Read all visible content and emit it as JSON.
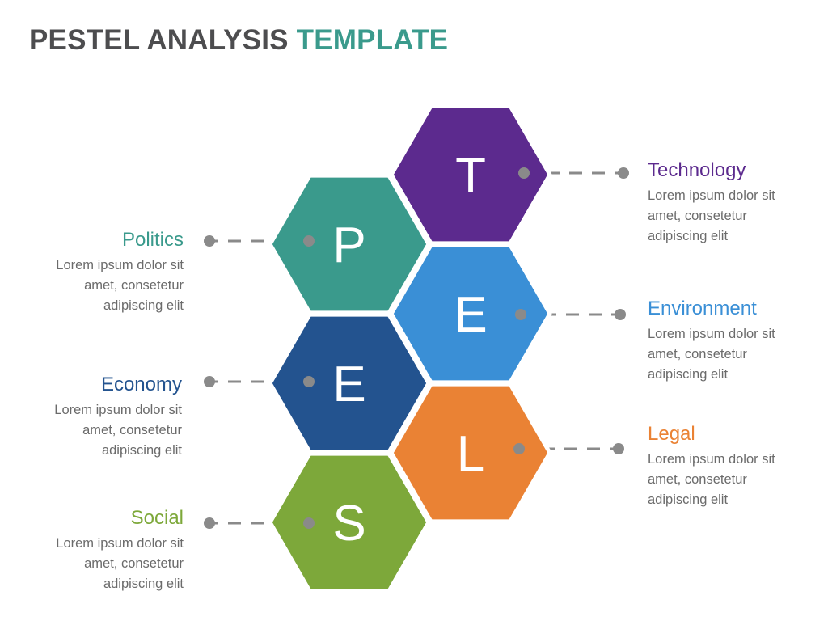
{
  "title": {
    "part1": "PESTEL ANALYSIS",
    "part2": "TEMPLATE"
  },
  "colors": {
    "title_dark": "#4d4d4f",
    "title_accent": "#3a9a8c",
    "connector": "#8a8a8a",
    "politics": "#3a9a8c",
    "economy": "#23538f",
    "social": "#7da83a",
    "technology": "#5c2a8e",
    "environment": "#3a8fd6",
    "legal": "#ea8234"
  },
  "hexagons": [
    {
      "key": "technology",
      "letter": "T",
      "color": "#5c2a8e"
    },
    {
      "key": "politics",
      "letter": "P",
      "color": "#3a9a8c"
    },
    {
      "key": "environment",
      "letter": "E",
      "color": "#3a8fd6"
    },
    {
      "key": "economy",
      "letter": "E",
      "color": "#23538f"
    },
    {
      "key": "legal",
      "letter": "L",
      "color": "#ea8234"
    },
    {
      "key": "social",
      "letter": "S",
      "color": "#7da83a"
    }
  ],
  "labels": {
    "politics": {
      "heading": "Politics",
      "lines": [
        "Lorem ipsum dolor sit",
        "amet, consetetur",
        "adipiscing elit"
      ]
    },
    "economy": {
      "heading": "Economy",
      "lines": [
        "Lorem ipsum dolor sit",
        "amet, consetetur",
        "adipiscing elit"
      ]
    },
    "social": {
      "heading": "Social",
      "lines": [
        "Lorem ipsum dolor sit",
        "amet, consetetur",
        "adipiscing elit"
      ]
    },
    "technology": {
      "heading": "Technology",
      "lines": [
        "Lorem ipsum dolor sit",
        "amet, consetetur",
        "adipiscing elit"
      ]
    },
    "environment": {
      "heading": "Environment",
      "lines": [
        "Lorem ipsum dolor sit",
        "amet, consetetur",
        "adipiscing elit"
      ]
    },
    "legal": {
      "heading": "Legal",
      "lines": [
        "Lorem ipsum dolor sit",
        "amet, consetetur",
        "adipiscing elit"
      ]
    }
  }
}
